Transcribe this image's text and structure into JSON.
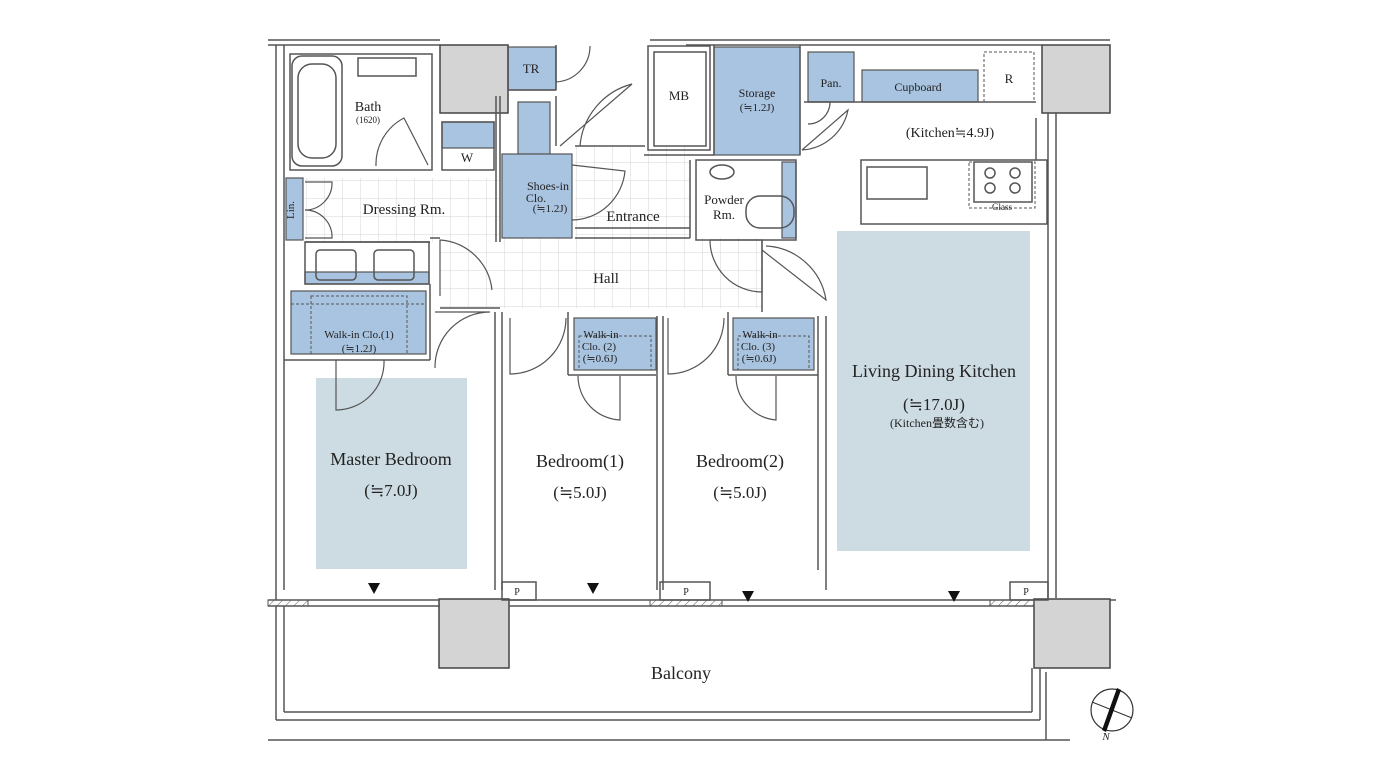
{
  "rooms": {
    "bath": "Bath",
    "bath_size": "(1620)",
    "tr": "TR",
    "washer": "W",
    "dressing": "Dressing Rm.",
    "linen": "Lin.",
    "shoes_closet_1": "Shoes-in",
    "shoes_closet_2": "Clo.",
    "shoes_closet_size": "(≒1.2J)",
    "entrance": "Entrance",
    "hall": "Hall",
    "mb": "MB",
    "storage": "Storage",
    "storage_size": "(≒1.2J)",
    "pantry": "Pan.",
    "cupboard": "Cupboard",
    "refrigerator": "R",
    "kitchen": "(Kitchen≒4.9J)",
    "powder_1": "Powder",
    "powder_2": "Rm.",
    "glass": "Glass",
    "wic1": "Walk-in Clo.(1)",
    "wic1_size": "(≒1.2J)",
    "wic2_1": "Walk-in",
    "wic2_2": "Clo. (2)",
    "wic2_size": "(≒0.6J)",
    "wic3_1": "Walk-in",
    "wic3_2": "Clo. (3)",
    "wic3_size": "(≒0.6J)",
    "master": "Master Bedroom",
    "master_size": "(≒7.0J)",
    "bed1": "Bedroom(1)",
    "bed1_size": "(≒5.0J)",
    "bed2": "Bedroom(2)",
    "bed2_size": "(≒5.0J)",
    "ldk": "Living Dining Kitchen",
    "ldk_size": "(≒17.0J)",
    "ldk_note": "(Kitchen畳数含む)",
    "balcony": "Balcony",
    "pipe": "P",
    "north": "N"
  },
  "colors": {
    "wall": "#555555",
    "storage_fill": "#a9c4e0",
    "room_highlight": "#cddbe3",
    "column_fill": "#d4d4d4",
    "tile_line": "#d2d2d2"
  }
}
